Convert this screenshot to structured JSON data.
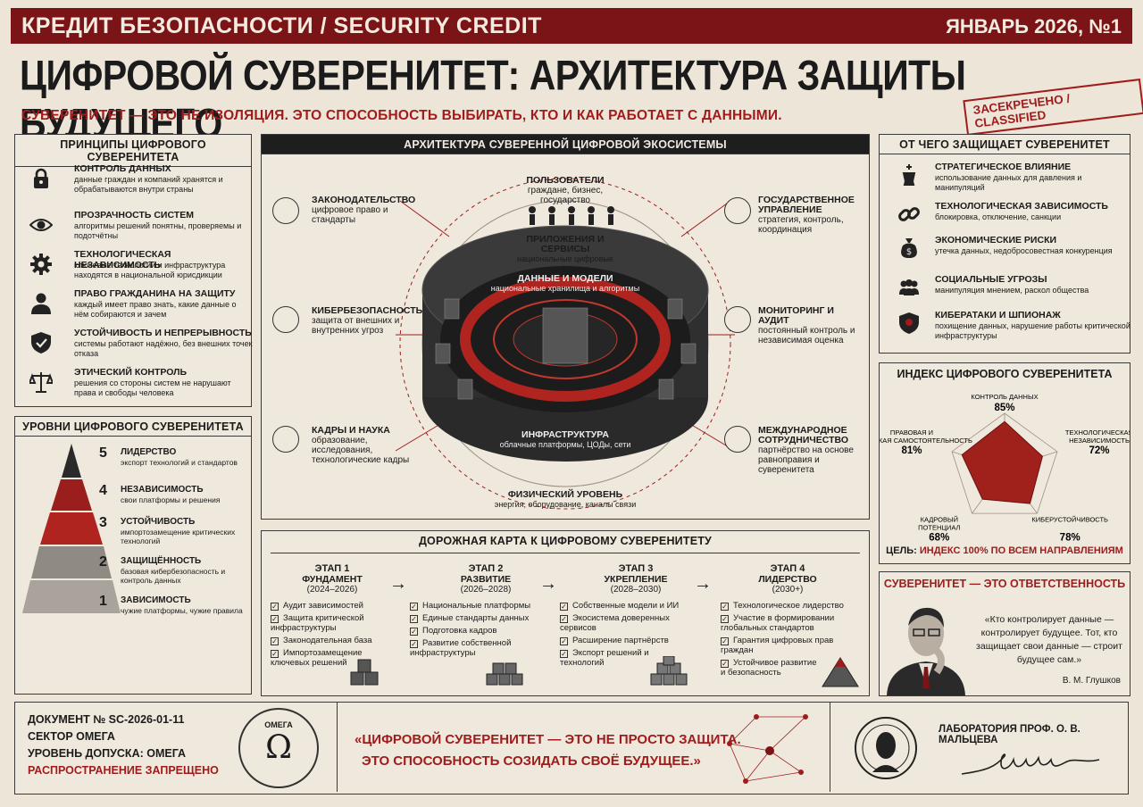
{
  "header": {
    "left": "КРЕДИТ БЕЗОПАСНОСТИ / SECURITY CREDIT",
    "right": "ЯНВАРЬ 2026, №1"
  },
  "title": "ЦИФРОВОЙ СУВЕРЕНИТЕТ: АРХИТЕКТУРА ЗАЩИТЫ БУДУЩЕГО",
  "subtitle": "СУВЕРЕНИТЕТ — ЭТО НЕ ИЗОЛЯЦИЯ. ЭТО СПОСОБНОСТЬ ВЫБИРАТЬ, КТО И КАК РАБОТАЕТ С ДАННЫМИ.",
  "stamp": "ЗАСЕКРЕЧЕНО / CLASSIFIED",
  "principles": {
    "title": "ПРИНЦИПЫ ЦИФРОВОГО СУВЕРЕНИТЕТА",
    "items": [
      {
        "icon": "lock-icon",
        "title": "КОНТРОЛЬ ДАННЫХ",
        "desc": "данные граждан и компаний хранятся и обрабатываются внутри страны"
      },
      {
        "icon": "eye-icon",
        "title": "ПРОЗРАЧНОСТЬ СИСТЕМ",
        "desc": "алгоритмы решений понятны, проверяемы и подотчётны"
      },
      {
        "icon": "gear-icon",
        "title": "ТЕХНОЛОГИЧЕСКАЯ НЕЗАВИСИМОСТЬ",
        "desc": "ключевые технологии и инфраструктура находятся в национальной юрисдикции"
      },
      {
        "icon": "person-icon",
        "title": "ПРАВО ГРАЖДАНИНА НА ЗАЩИТУ",
        "desc": "каждый имеет право знать, какие данные о нём собираются и зачем"
      },
      {
        "icon": "shield-icon",
        "title": "УСТОЙЧИВОСТЬ И НЕПРЕРЫВНОСТЬ",
        "desc": "системы работают надёжно, без внешних точек отказа"
      },
      {
        "icon": "scales-icon",
        "title": "ЭТИЧЕСКИЙ КОНТРОЛЬ",
        "desc": "решения со стороны систем не нарушают права и свободы человека"
      }
    ]
  },
  "levels": {
    "title": "УРОВНИ ЦИФРОВОГО СУВЕРЕНИТЕТА",
    "items": [
      {
        "num": "5",
        "title": "ЛИДЕРСТВО",
        "desc": "экспорт технологий и стандартов"
      },
      {
        "num": "4",
        "title": "НЕЗАВИСИМОСТЬ",
        "desc": "свои платформы и решения"
      },
      {
        "num": "3",
        "title": "УСТОЙЧИВОСТЬ",
        "desc": "импортозамещение критических технологий"
      },
      {
        "num": "2",
        "title": "ЗАЩИЩЁННОСТЬ",
        "desc": "базовая кибербезопасность и контроль данных"
      },
      {
        "num": "1",
        "title": "ЗАВИСИМОСТЬ",
        "desc": "чужие платформы, чужие правила"
      }
    ]
  },
  "ecosystem": {
    "title": "АРХИТЕКТУРА СУВЕРЕННОЙ ЦИФРОВОЙ ЭКОСИСТЕМЫ",
    "users_title": "ПОЛЬЗОВАТЕЛИ",
    "users_desc": "граждане, бизнес, государство",
    "apps_title": "ПРИЛОЖЕНИЯ И СЕРВИСЫ",
    "apps_desc": "национальные цифровые платформы",
    "data_title": "ДАННЫЕ И МОДЕЛИ",
    "data_desc": "национальные хранилища и алгоритмы",
    "infra_title": "ИНФРАСТРУКТУРА",
    "infra_desc": "облачные платформы, ЦОДы, сети",
    "phys_title": "ФИЗИЧЕСКИЙ УРОВЕНЬ",
    "phys_desc": "энергия, оборудование, каналы связи",
    "side": [
      {
        "title": "ЗАКОНОДАТЕЛЬСТВО",
        "desc": "цифровое право и стандарты"
      },
      {
        "title": "КИБЕРБЕЗОПАСНОСТЬ",
        "desc": "защита от внешних и внутренних угроз"
      },
      {
        "title": "КАДРЫ И НАУКА",
        "desc": "образование, исследования, технологические кадры"
      },
      {
        "title": "ГОСУДАРСТВЕННОЕ УПРАВЛЕНИЕ",
        "desc": "стратегия, контроль, координация"
      },
      {
        "title": "МОНИТОРИНГ И АУДИТ",
        "desc": "постоянный контроль и независимая оценка"
      },
      {
        "title": "МЕЖДУНАРОДНОЕ СОТРУДНИЧЕСТВО",
        "desc": "партнёрство на основе равноправия и суверенитета"
      }
    ]
  },
  "threats": {
    "title": "ОТ ЧЕГО ЗАЩИЩАЕТ СУВЕРЕНИТЕТ",
    "items": [
      {
        "icon": "chess-king-icon",
        "title": "СТРАТЕГИЧЕСКОЕ ВЛИЯНИЕ",
        "desc": "использование данных для давления и манипуляций"
      },
      {
        "icon": "chain-link-icon",
        "title": "ТЕХНОЛОГИЧЕСКАЯ ЗАВИСИМОСТЬ",
        "desc": "блокировка, отключение, санкции"
      },
      {
        "icon": "money-bag-icon",
        "title": "ЭКОНОМИЧЕСКИЕ РИСКИ",
        "desc": "утечка данных, недобросовестная конкуренция"
      },
      {
        "icon": "group-icon",
        "title": "СОЦИАЛЬНЫЕ УГРОЗЫ",
        "desc": "манипуляция мнением, раскол общества"
      },
      {
        "icon": "spy-icon",
        "title": "КИБЕРАТАКИ И ШПИОНАЖ",
        "desc": "похищение данных, нарушение работы критической инфраструктуры"
      }
    ]
  },
  "chart_data": {
    "type": "radar",
    "title": "ИНДЕКС ЦИФРОВОГО СУВЕРЕНИТЕТА",
    "axes": [
      {
        "name": "КОНТРОЛЬ ДАННЫХ",
        "value": 85
      },
      {
        "name": "ТЕХНОЛОГИЧЕСКАЯ НЕЗАВИСИМОСТЬ",
        "value": 72
      },
      {
        "name": "КИБЕРУСТОЙЧИВОСТЬ",
        "value": 78
      },
      {
        "name": "КАДРОВЫЙ ПОТЕНЦИАЛ",
        "value": 68
      },
      {
        "name": "ПРАВОВАЯ И ЭТИЧЕСКАЯ САМОСТОЯТЕЛЬНОСТЬ",
        "value": 81
      }
    ],
    "value_labels": [
      "85%",
      "72%",
      "78%",
      "68%",
      "81%"
    ],
    "max": 100,
    "fill_color": "#a0201c",
    "goal_prefix": "ЦЕЛЬ: ",
    "goal_text": "ИНДЕКС 100% ПО ВСЕМ НАПРАВЛЕНИЯМ"
  },
  "quote": {
    "title": "СУВЕРЕНИТЕТ — ЭТО ОТВЕТСТВЕННОСТЬ",
    "text": "«Кто контролирует данные — контролирует будущее. Тот, кто защищает свои данные — строит будущее сам.»",
    "author": "В. М. Глушков"
  },
  "roadmap": {
    "title": "ДОРОЖНАЯ КАРТА К ЦИФРОВОМУ СУВЕРЕНИТЕТУ",
    "stages": [
      {
        "label": "ЭТАП 1",
        "name": "ФУНДАМЕНТ",
        "years": "(2024–2026)",
        "items": [
          "Аудит зависимостей",
          "Защита критической инфраструктуры",
          "Законодательная база",
          "Импортозамещение ключевых решений"
        ]
      },
      {
        "label": "ЭТАП 2",
        "name": "РАЗВИТИЕ",
        "years": "(2026–2028)",
        "items": [
          "Национальные платформы",
          "Единые стандарты данных",
          "Подготовка кадров",
          "Развитие собственной инфраструктуры"
        ]
      },
      {
        "label": "ЭТАП 3",
        "name": "УКРЕПЛЕНИЕ",
        "years": "(2028–2030)",
        "items": [
          "Собственные модели и ИИ",
          "Экосистема доверенных сервисов",
          "Расширение партнёрств",
          "Экспорт решений и технологий"
        ]
      },
      {
        "label": "ЭТАП 4",
        "name": "ЛИДЕРСТВО",
        "years": "(2030+)",
        "items": [
          "Технологическое лидерство",
          "Участие в формировании глобальных стандартов",
          "Гарантия цифровых прав граждан",
          "Устойчивое развитие и безопасность"
        ]
      }
    ]
  },
  "footer": {
    "doc": "ДОКУМЕНТ № SC-2026-01-11",
    "sector": "СЕКТОР ОМЕГА",
    "clearance": "УРОВЕНЬ ДОПУСКА: ОМЕГА",
    "restricted": "РАСПРОСТРАНЕНИЕ ЗАПРЕЩЕНО",
    "seal_top": "ОМЕГА",
    "seal_symbol": "Ω",
    "quote_line1": "«ЦИФРОВОЙ СУВЕРЕНИТЕТ — ЭТО НЕ ПРОСТО ЗАЩИТА.",
    "quote_line2": "ЭТО СПОСОБНОСТЬ СОЗИДАТЬ СВОЁ БУДУЩЕЕ.»",
    "lab": "ЛАБОРАТОРИЯ ПРОФ. О. В. МАЛЬЦЕВА"
  }
}
